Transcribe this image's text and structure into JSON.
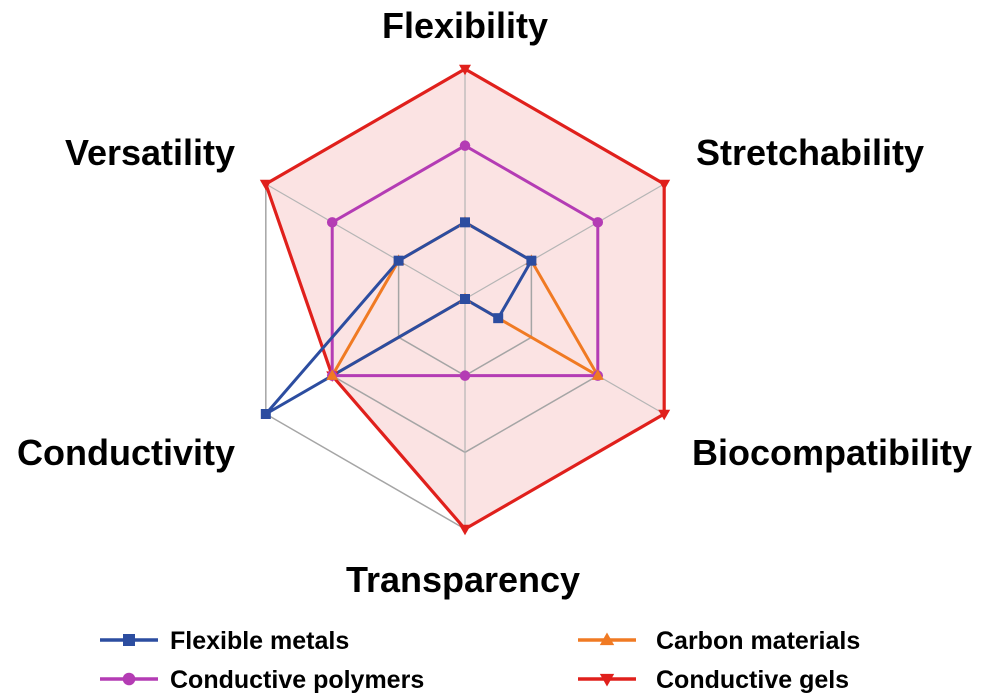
{
  "chart_data": {
    "type": "radar",
    "title": "",
    "axes": [
      "Flexibility",
      "Stretchability",
      "Biocompatibility",
      "Transparency",
      "Conductivity",
      "Versatility"
    ],
    "range": [
      0,
      3
    ],
    "grid_levels": [
      1,
      2,
      3
    ],
    "grid": true,
    "legend_position": "bottom",
    "series": [
      {
        "name": "Flexible metals",
        "values": [
          1,
          1,
          0.5,
          0,
          3,
          1
        ],
        "color": "#2c4da0",
        "marker": "square",
        "fill": false
      },
      {
        "name": "Carbon materials",
        "values": [
          1,
          1,
          2,
          0,
          2,
          1
        ],
        "color": "#f07a23",
        "marker": "triangle-up",
        "fill": false
      },
      {
        "name": "Conductive polymers",
        "values": [
          2,
          2,
          2,
          1,
          2,
          2
        ],
        "color": "#b43cb4",
        "marker": "circle",
        "fill": false
      },
      {
        "name": "Conductive gels",
        "values": [
          3,
          3,
          3,
          3,
          2,
          3
        ],
        "color": "#e0201c",
        "marker": "triangle-down",
        "fill": true,
        "fill_color": "#fbe3e3"
      }
    ]
  }
}
